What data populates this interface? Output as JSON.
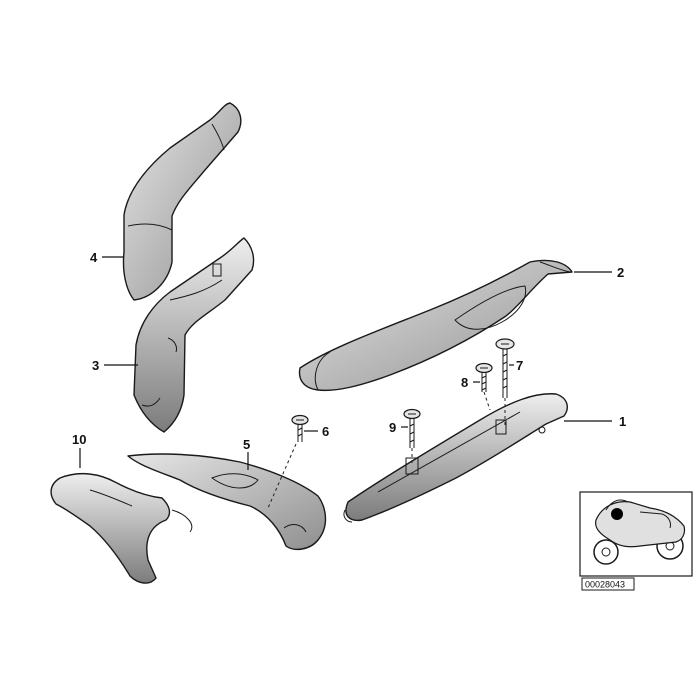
{
  "callouts": {
    "c1": "1",
    "c2": "2",
    "c3": "3",
    "c4": "4",
    "c5": "5",
    "c6": "6",
    "c7": "7",
    "c8": "8",
    "c9": "9",
    "c10": "10"
  },
  "reference_number": "00028043",
  "colors": {
    "part_fill": "#dcdcdc",
    "part_shade": "#9a9a9a",
    "line": "#1a1a1a",
    "highlight_dot": "#000000"
  }
}
